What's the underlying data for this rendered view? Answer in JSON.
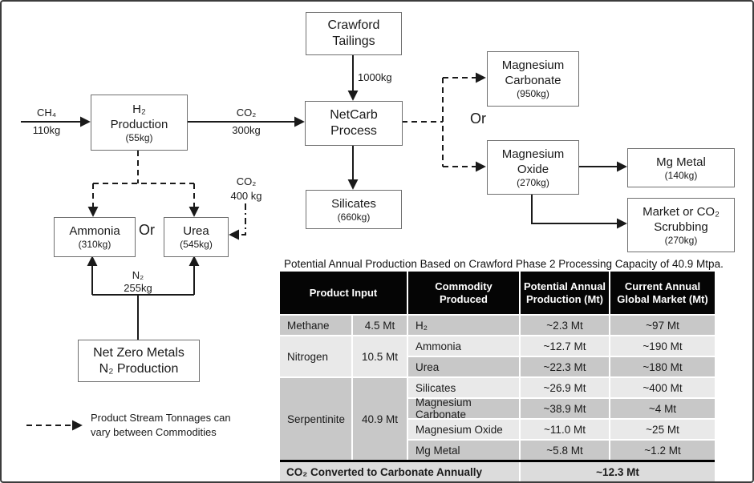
{
  "flowchart": {
    "boxes": {
      "crawford_tailings": {
        "line1": "Crawford",
        "line2": "Tailings"
      },
      "h2_production": {
        "line1": "H₂",
        "line2": "Production",
        "amount": "(55kg)"
      },
      "netcarb_process": {
        "line1": "NetCarb",
        "line2": "Process"
      },
      "silicates": {
        "line1": "Silicates",
        "amount": "(660kg)"
      },
      "magnesium_carbonate": {
        "line1": "Magnesium",
        "line2": "Carbonate",
        "amount": "(950kg)"
      },
      "magnesium_oxide": {
        "line1": "Magnesium",
        "line2": "Oxide",
        "amount": "(270kg)"
      },
      "mg_metal": {
        "line1": "Mg Metal",
        "amount": "(140kg)"
      },
      "market_scrubbing": {
        "line1": "Market or CO₂",
        "line2": "Scrubbing",
        "amount": "(270kg)"
      },
      "ammonia": {
        "line1": "Ammonia",
        "amount": "(310kg)"
      },
      "urea": {
        "line1": "Urea",
        "amount": "(545kg)"
      },
      "net_zero_metals": {
        "line1": "Net Zero Metals",
        "line2": "N₂ Production"
      }
    },
    "stream_labels": {
      "ch4": {
        "substance": "CH₄",
        "amount": "110kg"
      },
      "co2_feed": {
        "substance": "CO₂",
        "amount": "300kg"
      },
      "tailings_feed": "1000kg",
      "co2_urea": {
        "substance": "CO₂",
        "amount": "400 kg"
      },
      "n2_feed": {
        "substance": "N₂",
        "amount": "255kg"
      },
      "or_left": "Or",
      "or_right": "Or"
    },
    "legend": {
      "line1": "Product Stream Tonnages can",
      "line2": "vary between Commodities"
    }
  },
  "table": {
    "title": "Potential Annual Production Based on Crawford Phase 2 Processing Capacity of 40.9 Mtpa.",
    "headers": {
      "product_input": "Product Input",
      "commodity_produced": "Commodity Produced",
      "potential_annual_production": "Potential Annual Production (Mt)",
      "current_annual_global_market": "Current Annual Global Market (Mt)"
    },
    "inputs": [
      {
        "name": "Methane",
        "amount": "4.5 Mt"
      },
      {
        "name": "Nitrogen",
        "amount": "10.5 Mt"
      },
      {
        "name": "Serpentinite",
        "amount": "40.9 Mt"
      }
    ],
    "rows": [
      {
        "commodity": "H₂",
        "production": "~2.3 Mt",
        "market": "~97 Mt"
      },
      {
        "commodity": "Ammonia",
        "production": "~12.7 Mt",
        "market": "~190 Mt"
      },
      {
        "commodity": "Urea",
        "production": "~22.3 Mt",
        "market": "~180 Mt"
      },
      {
        "commodity": "Silicates",
        "production": "~26.9 Mt",
        "market": "~400 Mt"
      },
      {
        "commodity": "Magnesium Carbonate",
        "production": "~38.9 Mt",
        "market": "~4 Mt"
      },
      {
        "commodity": "Magnesium Oxide",
        "production": "~11.0 Mt",
        "market": "~25 Mt"
      },
      {
        "commodity": "Mg Metal",
        "production": "~5.8 Mt",
        "market": "~1.2 Mt"
      }
    ],
    "footer": {
      "label": "CO₂ Converted to Carbonate Annually",
      "value": "~12.3 Mt"
    }
  },
  "colors": {
    "line": "#1a1a1a",
    "box_border": "#6f6f6f",
    "header_bg": "#050505",
    "row_dark": "#c8c8c8",
    "row_light": "#e9e9e9",
    "footer_bg": "#dcdcdc",
    "frame_border": "#3c3c3c"
  }
}
